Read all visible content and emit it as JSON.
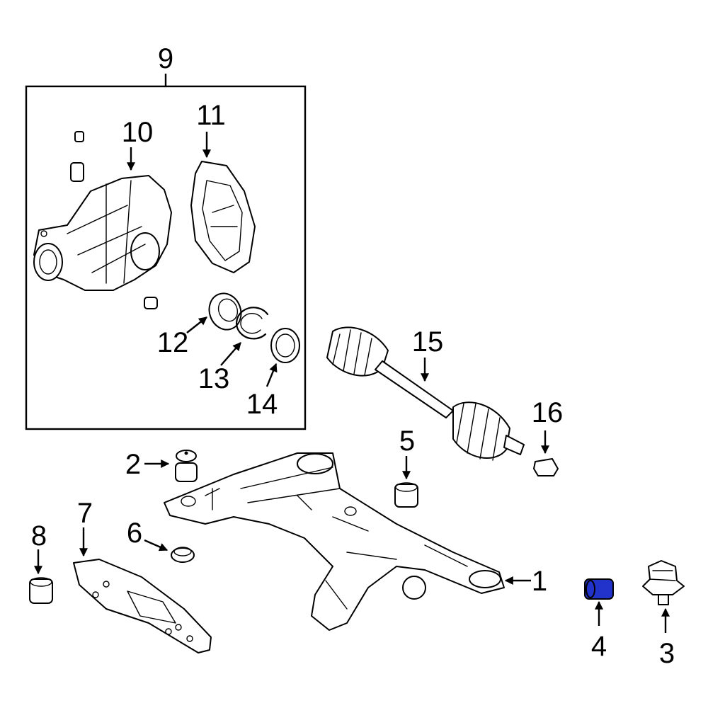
{
  "callouts": {
    "n1": "1",
    "n2": "2",
    "n3": "3",
    "n4": "4",
    "n5": "5",
    "n6": "6",
    "n7": "7",
    "n8": "8",
    "n9": "9",
    "n10": "10",
    "n11": "11",
    "n12": "12",
    "n13": "13",
    "n14": "14",
    "n15": "15",
    "n16": "16"
  },
  "colors": {
    "highlight": "#2233cc",
    "line": "#000000",
    "background": "#ffffff"
  },
  "highlighted_part": "4"
}
